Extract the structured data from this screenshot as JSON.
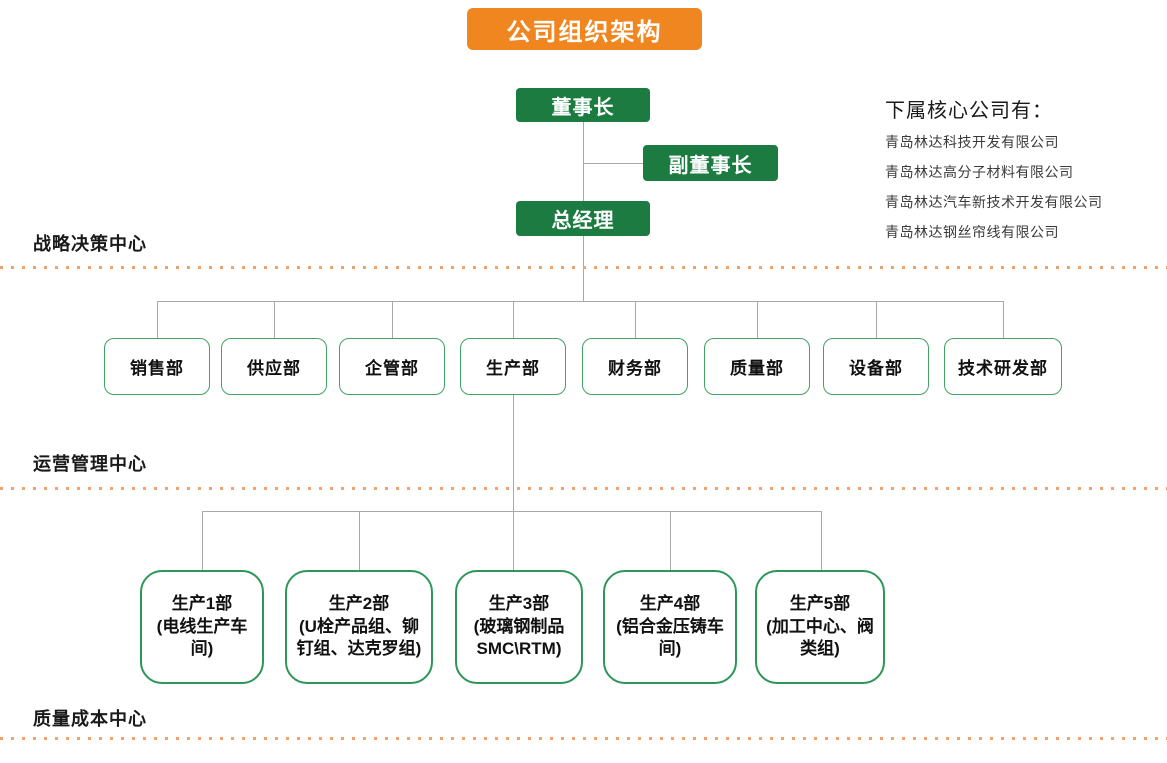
{
  "title": "公司组织架构",
  "executives": {
    "chairman": "董事长",
    "vice_chairman": "副董事长",
    "general_manager": "总经理"
  },
  "subsidiaries": {
    "heading": "下属核心公司有：",
    "items": [
      "青岛林达科技开发有限公司",
      "青岛林达高分子材料有限公司",
      "青岛林达汽车新技术开发有限公司",
      "青岛林达钢丝帘线有限公司"
    ]
  },
  "sections": [
    {
      "label": "战略决策中心"
    },
    {
      "label": "运营管理中心"
    },
    {
      "label": "质量成本中心"
    }
  ],
  "departments": [
    "销售部",
    "供应部",
    "企管部",
    "生产部",
    "财务部",
    "质量部",
    "设备部",
    "技术研发部"
  ],
  "production_units": [
    {
      "name": "生产1部",
      "detail": "(电线生产车间)"
    },
    {
      "name": "生产2部",
      "detail": "(U栓产品组、铆钉组、达克罗组)"
    },
    {
      "name": "生产3部",
      "detail": "(玻璃钢制品SMC\\RTM)"
    },
    {
      "name": "生产4部",
      "detail": "(铝合金压铸车间)"
    },
    {
      "name": "生产5部",
      "detail": "(加工中心、阀类组)"
    }
  ],
  "colors": {
    "title_orange": "#F0861F",
    "executive_green": "#1B7B40",
    "department_border_green": "#44A164",
    "production_border_green": "#2E9658",
    "dotted_divider_orange": "#F2A36B",
    "connector_gray": "#A8A8A8"
  }
}
